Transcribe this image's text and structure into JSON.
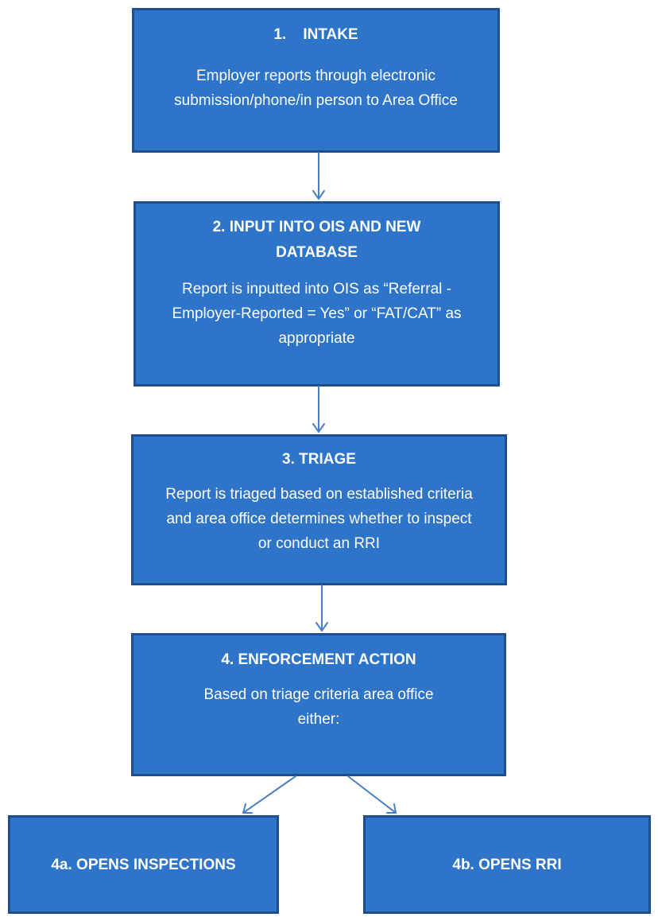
{
  "steps": {
    "intake": {
      "title": "1.    INTAKE",
      "body": "Employer reports through electronic submission/phone/in person to Area Office"
    },
    "input": {
      "title": "2. INPUT INTO OIS AND NEW DATABASE",
      "body": "Report is inputted into OIS as “Referral - Employer-Reported = Yes” or “FAT/CAT” as appropriate"
    },
    "triage": {
      "title": "3. TRIAGE",
      "body": "Report is triaged based on established criteria and area office determines whether to inspect or conduct an RRI"
    },
    "enforcement": {
      "title": "4. ENFORCEMENT ACTION",
      "body": "Based on triage criteria area office either:"
    },
    "inspections": {
      "title": "4a. OPENS INSPECTIONS"
    },
    "rri": {
      "title": "4b. OPENS RRI"
    }
  },
  "colors": {
    "box_fill": "#2e74c8",
    "box_border": "#1f4e8c",
    "connector": "#4a7fc1",
    "text": "#ffffff"
  }
}
